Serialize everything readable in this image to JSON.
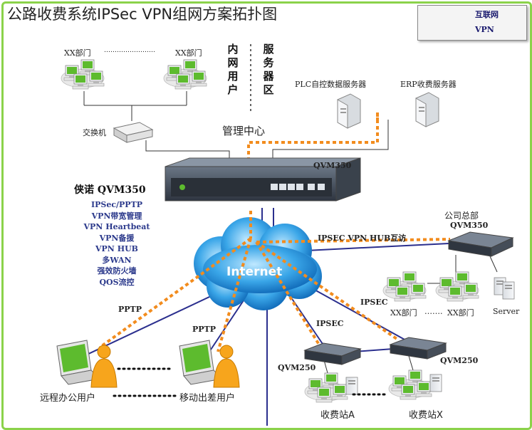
{
  "title": "公路收费系统IPSec VPN组网方案拓扑图",
  "legend": {
    "internet_label": "互联网",
    "vpn_label": "VPN",
    "internet_color": "#2b2f8e",
    "vpn_color": "#f28c1e"
  },
  "labels": {
    "dept_left": "XX部门",
    "dept_dots": "……………………",
    "dept_right": "XX部门",
    "intranet_users": "内网用户",
    "server_zone": "服务器区",
    "plc_server": "PLC自控数据服务器",
    "erp_server": "ERP收费服务器",
    "switch": "交换机",
    "mgmt_center": "管理中心",
    "qvm350_top": "QVM350",
    "brand_device": "侠诺 QVM350",
    "hq": "公司总部",
    "hq_device": "QVM350",
    "hub_link": "IPSEC VPN HUB互访",
    "internet": "Internet",
    "ipsec1": "IPSEC",
    "ipsec2": "IPSEC",
    "pptp1": "PPTP",
    "pptp2": "PPTP",
    "hq_dept_a": "XX部门",
    "hq_dots": "…….",
    "hq_dept_b": "XX部门",
    "server": "Server",
    "qvm250_a": "QVM250",
    "qvm250_b": "QVM250",
    "remote_user": "远程办公用户",
    "mobile_user": "移动出差用户",
    "station_a": "收费站A",
    "station_x": "收费站X"
  },
  "features": [
    "IPSec/PPTP",
    "VPN带宽管理",
    "VPN Heartbeat",
    "VPN备援",
    "VPN HUB",
    "多WAN",
    "强效防火墙",
    "QOS流控"
  ]
}
